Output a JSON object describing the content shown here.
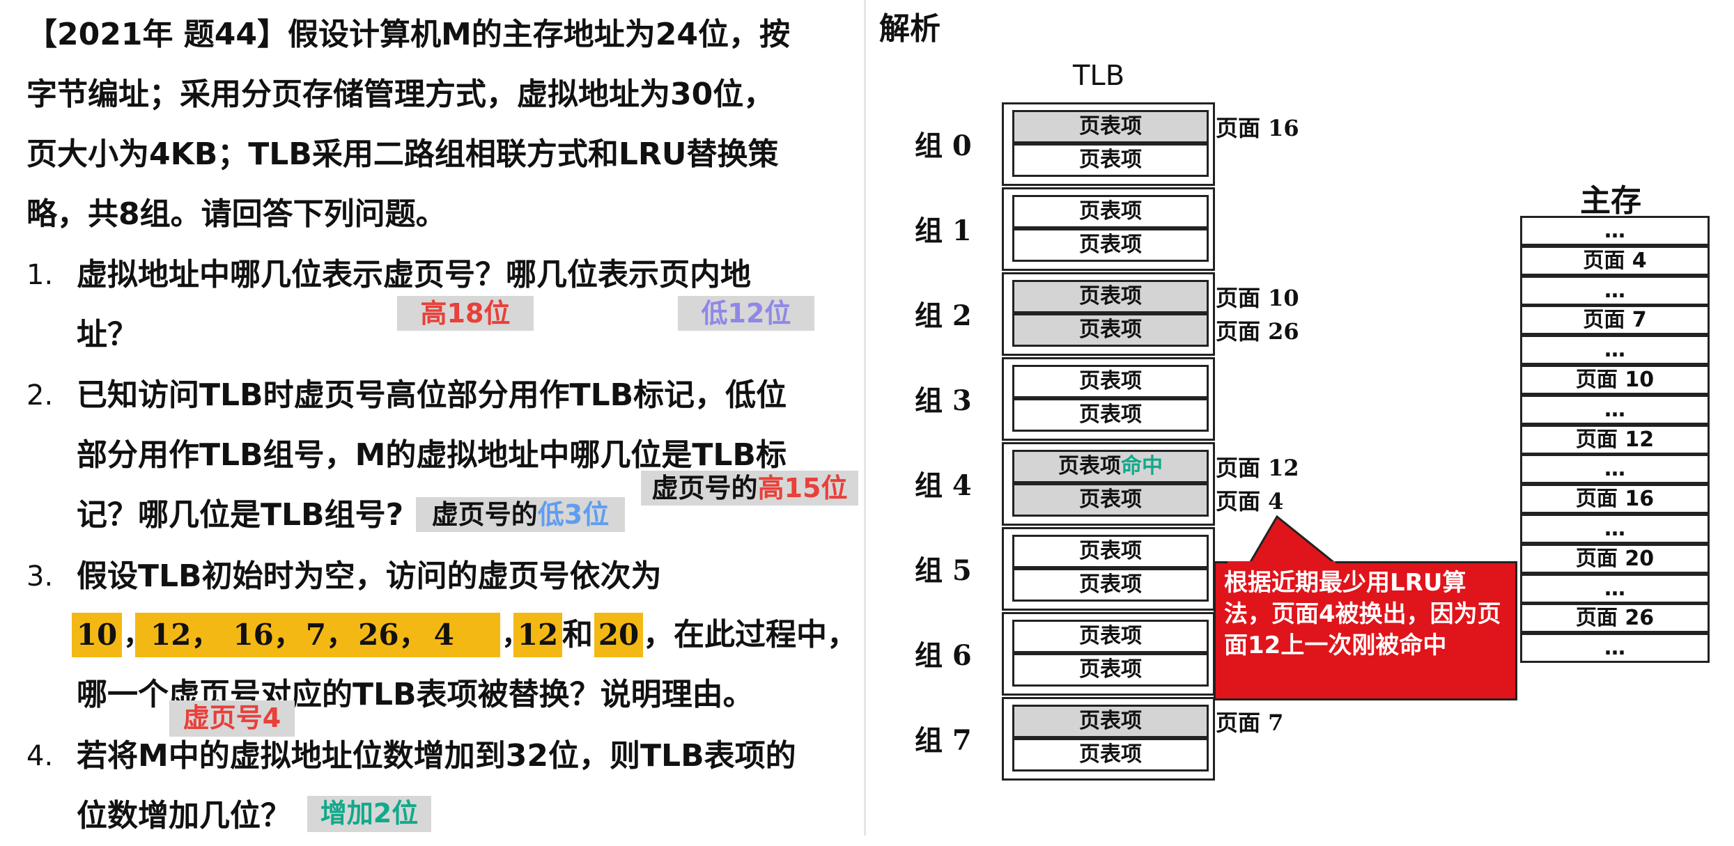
{
  "question": {
    "line1": "【2021年 题44】假设计算机M的主存地址为24位，按",
    "line2": "字节编址；采用分页存储管理方式，虚拟地址为30位，",
    "line3": "页大小为4KB；TLB采用二路组相联方式和LRU替换策",
    "line4": "略，共8组。请回答下列问题。",
    "q1_num": "1.",
    "q1_line1": "虚拟地址中哪几位表示虚页号？哪几位表示页内地",
    "q1_line2": "址？",
    "q1_ans_high": "高18位",
    "q1_ans_low": "低12位",
    "q2_num": "2.",
    "q2_line1": "已知访问TLB时虚页号高位部分用作TLB标记，低位",
    "q2_line2": "部分用作TLB组号，M的虚拟地址中哪几位是TLB标",
    "q2_line3": "记？哪几位是TLB组号?",
    "q2_ans1_prefix": "虚页号的",
    "q2_ans1_val": "高15位",
    "q2_ans2_prefix": "虚页号的",
    "q2_ans2_val": "低3位",
    "q3_num": "3.",
    "q3_line1": "假设TLB初始时为空，访问的虚页号依次为",
    "q3_seq": [
      "10",
      "12，",
      "16，",
      "7，",
      "26，",
      "4",
      "12",
      "20"
    ],
    "q3_sep1": "，",
    "q3_sep2": "，",
    "q3_and": "和",
    "q3_tail": "，在此过程中，",
    "q3_line3": "哪一个虚页号对应的TLB表项被替换？说明理由。",
    "q3_ans": "虚页号4",
    "q4_num": "4.",
    "q4_line1": "若将M中的虚拟地址位数增加到32位，则TLB表项的",
    "q4_line2": "位数增加几位？",
    "q4_ans": "增加2位"
  },
  "analysis": {
    "title": "解析",
    "tlb_title": "TLB",
    "entry_label": "页表项",
    "hit_label": "命中",
    "groups": [
      {
        "label": "组 0",
        "entries": [
          {
            "filled": true,
            "page": "页面 16"
          },
          {
            "filled": false,
            "page": ""
          }
        ]
      },
      {
        "label": "组 1",
        "entries": [
          {
            "filled": false,
            "page": ""
          },
          {
            "filled": false,
            "page": ""
          }
        ]
      },
      {
        "label": "组 2",
        "entries": [
          {
            "filled": true,
            "page": "页面 10"
          },
          {
            "filled": true,
            "page": "页面 26"
          }
        ]
      },
      {
        "label": "组 3",
        "entries": [
          {
            "filled": false,
            "page": ""
          },
          {
            "filled": false,
            "page": ""
          }
        ]
      },
      {
        "label": "组 4",
        "entries": [
          {
            "filled": true,
            "page": "页面 12",
            "hit": true
          },
          {
            "filled": true,
            "page": "页面 4"
          }
        ]
      },
      {
        "label": "组 5",
        "entries": [
          {
            "filled": false,
            "page": ""
          },
          {
            "filled": false,
            "page": ""
          }
        ]
      },
      {
        "label": "组 6",
        "entries": [
          {
            "filled": false,
            "page": ""
          },
          {
            "filled": false,
            "page": ""
          }
        ]
      },
      {
        "label": "组 7",
        "entries": [
          {
            "filled": true,
            "page": "页面 7"
          },
          {
            "filled": false,
            "page": ""
          }
        ]
      }
    ],
    "callout": "根据近期最少用LRU算法，页面4被换出，因为页面12上一次刚被命中",
    "memory_title": "主存",
    "memory": [
      "…",
      "页面 4",
      "…",
      "页面 7",
      "…",
      "页面 10",
      "…",
      "页面 12",
      "…",
      "页面 16",
      "…",
      "页面 20",
      "…",
      "页面 26",
      "…"
    ]
  },
  "colors": {
    "red": "#e8403a",
    "purple": "#8f88e6",
    "blue": "#5f9df0",
    "green": "#12a98a",
    "yellow": "#f4b814",
    "gray": "#d7d7d7",
    "callout": "#e0141b"
  }
}
